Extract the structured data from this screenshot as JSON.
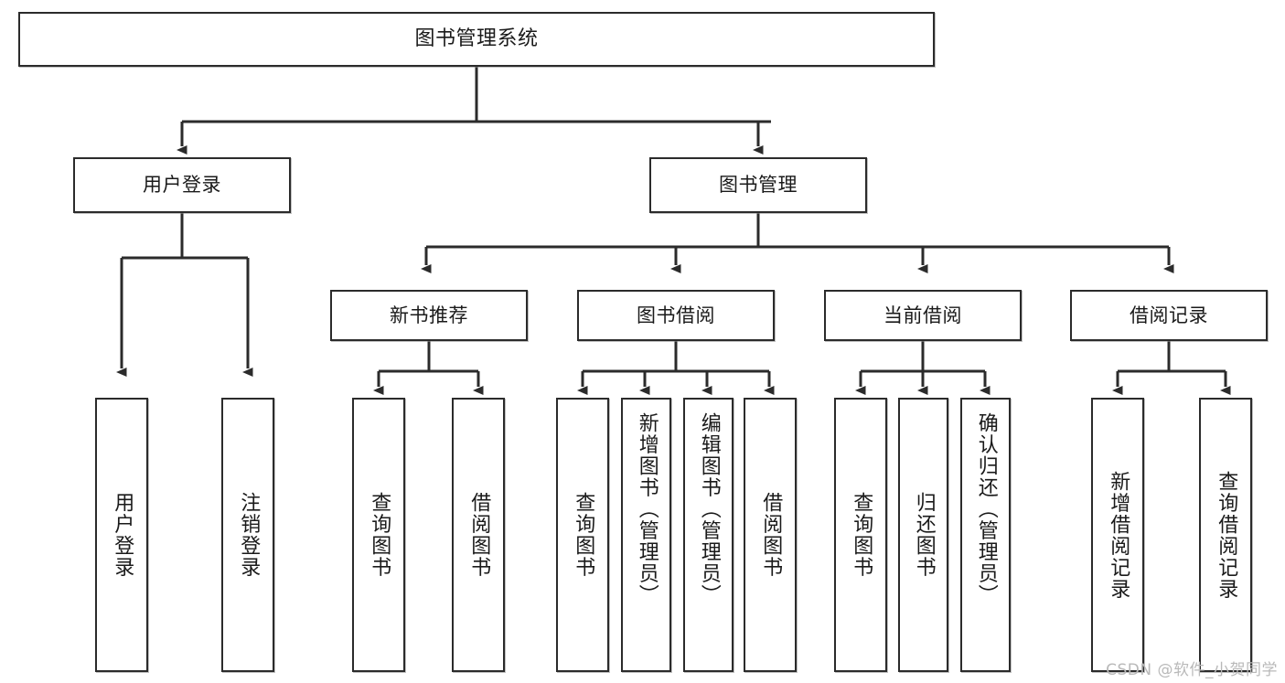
{
  "diagram": {
    "title": "图书管理系统",
    "type": "hierarchy-tree",
    "watermark": "CSDN @软件_小贺同学",
    "colors": {
      "box_border": "#2b2b2b",
      "box_fill": "#ffffff",
      "line": "#2b2b2b",
      "text": "#1a1a1a",
      "watermark": "#b9b9b9"
    },
    "root": {
      "label": "图书管理系统"
    },
    "level2": [
      {
        "label": "用户登录"
      },
      {
        "label": "图书管理"
      }
    ],
    "level3": [
      {
        "label": "新书推荐"
      },
      {
        "label": "图书借阅"
      },
      {
        "label": "当前借阅"
      },
      {
        "label": "借阅记录"
      }
    ],
    "leaves": {
      "user_login": [
        {
          "label": "用户登录"
        },
        {
          "label": "注销登录"
        }
      ],
      "new_book_rec": [
        {
          "label": "查询图书"
        },
        {
          "label": "借阅图书"
        }
      ],
      "book_borrow": [
        {
          "label": "查询图书"
        },
        {
          "label": "新增图书（管理员）"
        },
        {
          "label": "编辑图书（管理员）"
        },
        {
          "label": "借阅图书"
        }
      ],
      "current_borrow": [
        {
          "label": "查询图书"
        },
        {
          "label": "归还图书"
        },
        {
          "label": "确认归还（管理员）"
        }
      ],
      "borrow_record": [
        {
          "label": "新增借阅记录"
        },
        {
          "label": "查询借阅记录"
        }
      ]
    }
  }
}
